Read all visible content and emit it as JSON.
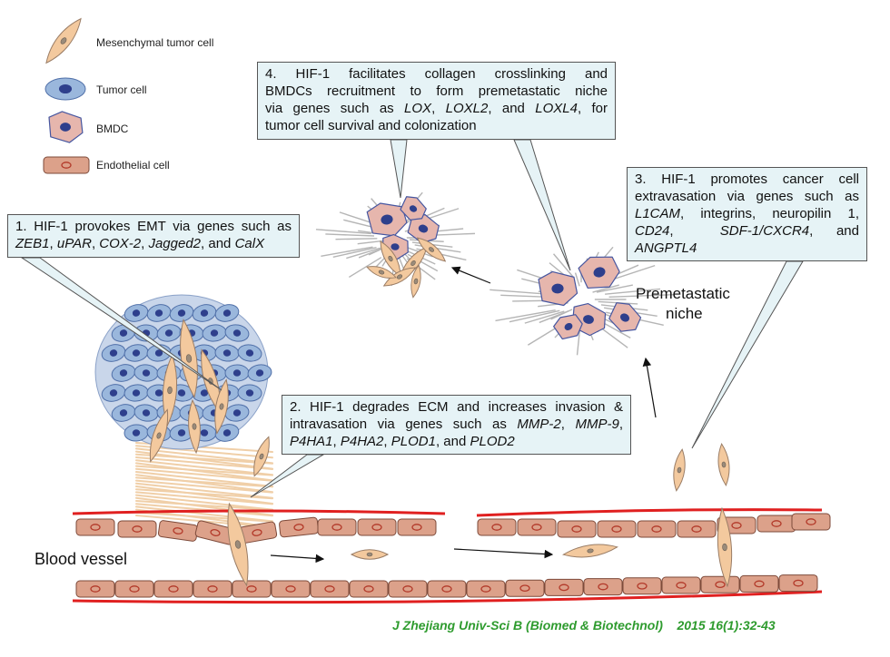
{
  "legend": {
    "mesenchymal": "Mesenchymal tumor cell",
    "tumor": "Tumor cell",
    "bmdc": "BMDC",
    "endothelial": "Endothelial cell"
  },
  "callouts": {
    "c1": {
      "line1": "1. HIF-1 provokes EMT via genes such as",
      "g1": "ZEB1",
      "s1": ", ",
      "g2": "uPAR",
      "s2": ", ",
      "g3": "COX-2",
      "s3": ", ",
      "g4": "Jagged2",
      "s4": ", and ",
      "g5": "CalX"
    },
    "c2": {
      "line1": "2. HIF-1 degrades ECM and increases  invasion &",
      "line2a": "intravasation via genes such as ",
      "g1": "MMP-2",
      "s1": ", ",
      "g2": "MMP-9",
      "s2": ",",
      "g3": "P4HA1",
      "s3": ", ",
      "g4": "P4HA2",
      "s4": ", ",
      "g5": "PLOD1",
      "s5": ", and ",
      "g6": "PLOD2"
    },
    "c3": {
      "line1": "3. HIF-1 promotes cancer cell",
      "line2": "extravasation via genes such as",
      "g1": "L1CAM",
      "s1": ", integrins, neuropilin 1,",
      "g2": "CD24",
      "s2": ",",
      "g3": "SDF-1/CXCR4",
      "s3": ", and",
      "g4": "ANGPTL4"
    },
    "c4": {
      "line1": "4. HIF-1  facilitates collagen crosslinking and",
      "line2": "BMDCs recruitment to form premetastatic niche",
      "line3a": "via genes such as ",
      "g1": "LOX",
      "s1": ", ",
      "g2": "LOXL2",
      "s2": ", and ",
      "g3": "LOXL4",
      "s3": ", for",
      "line4": "tumor cell survival and colonization"
    }
  },
  "labels": {
    "niche_line1": "Premetastatic",
    "niche_line2": "niche",
    "blood_vessel": "Blood vessel"
  },
  "citation": {
    "journal": "J Zhejiang Univ-Sci B (Biomed & Biotechnol)",
    "ref": "2015 16(1):32-43"
  },
  "colors": {
    "callout_fill": "#e6f3f6",
    "vessel_wall": "#e02020",
    "endothelial_fill": "#dca18a",
    "tumor_fill": "#9ab7dc",
    "mesenchymal_fill": "#f3c99e",
    "bmdc_fill": "#e6b6ad",
    "nucleus": "#2e3f8c",
    "citation": "#2e9b2e"
  }
}
